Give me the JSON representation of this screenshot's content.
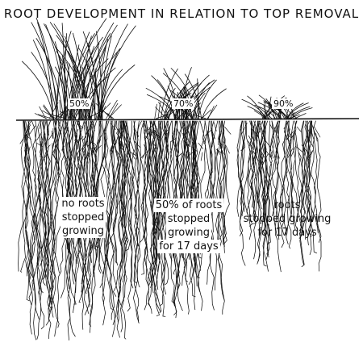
{
  "title": "ROOT DEVELOPMENT IN RELATION TO TOP REMOVAL",
  "plants": [
    {
      "percent_label": "50%",
      "caption_lines": [
        "no roots",
        "stopped",
        "growing"
      ]
    },
    {
      "percent_label": "70%",
      "caption_lines": [
        "50% of roots",
        "stopped",
        "growing",
        "for 17 days"
      ]
    },
    {
      "percent_label": "90%",
      "caption_lines": [
        "roots",
        "stopped growing",
        "for 17 days"
      ]
    }
  ],
  "colors": {
    "ink": "#111111",
    "background": "#ffffff"
  }
}
